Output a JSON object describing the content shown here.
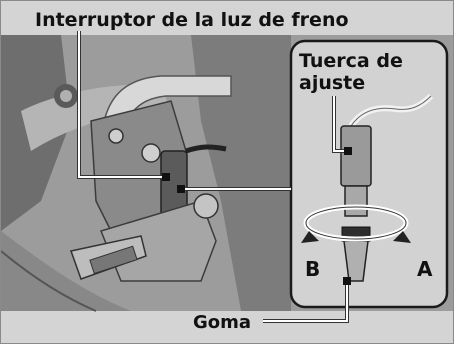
{
  "diagram": {
    "title": "Interruptor de la luz de freno",
    "callout_title_line1": "Tuerca de",
    "callout_title_line2": "ajuste",
    "label_b": "B",
    "label_a": "A",
    "label_goma": "Goma"
  },
  "colors": {
    "background": "#d4d4d4",
    "photo_dark": "#3a3a3a",
    "photo_mid": "#8c8c8c",
    "photo_light": "#c8c8c8",
    "callout_border": "#1a1a1a",
    "leader_line": "#ffffff"
  }
}
